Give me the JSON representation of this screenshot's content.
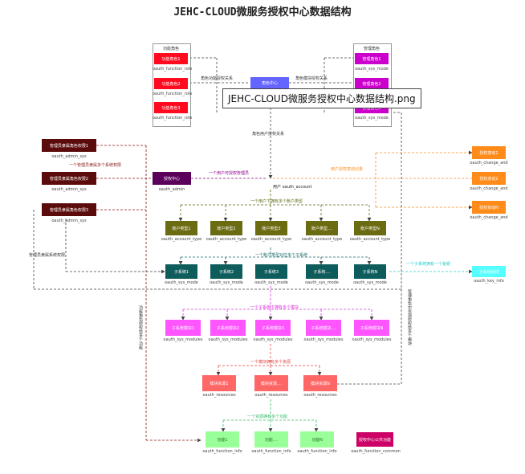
{
  "title": "JEHC-CLOUD微服务授权中心数据结构",
  "tooltip": "JEHC-CLOUD微服务授权中心数据结构.png",
  "colors": {
    "admin": "#5b0b0b",
    "role": "#ff0a1e",
    "module": "#cc00cc",
    "hub": "#6464ff",
    "account": "#5a005a",
    "type": "#6b6b12",
    "sysmode": "#0f5c5c",
    "modules": "#ff55ff",
    "resource": "#ff6666",
    "func": "#99ff99",
    "change": "#ff8c1a",
    "key": "#55ffff",
    "funcCommon": "#cc0066"
  },
  "panels": {
    "role": {
      "title": "功能角色",
      "items": [
        {
          "label": "功能角色1",
          "caption": "oauth_function_role"
        },
        {
          "label": "功能角色2",
          "caption": "oauth_function_role"
        },
        {
          "label": "功能角色3",
          "caption": "oauth_function_role"
        }
      ]
    },
    "module": {
      "title": "管理角色",
      "items": [
        {
          "label": "管理角色1",
          "caption": "oauth_sys_mode"
        },
        {
          "label": "管理角色2",
          "caption": "oauth_sys_mode"
        },
        {
          "label": "管理角色3",
          "caption": "oauth_sys_mode"
        }
      ]
    }
  },
  "hub": {
    "label": "角色中心"
  },
  "admins": [
    {
      "label": "管理员隶属角色权限1",
      "caption": "oauth_admin_sys"
    },
    {
      "label": "管理员隶属角色权限2",
      "caption": "oauth_admin_sys"
    },
    {
      "label": "管理员隶属角色权限3",
      "caption": "oauth_admin_sys"
    }
  ],
  "account": {
    "label": "授权中心",
    "caption": "oauth_admin"
  },
  "account_center": {
    "label": "用户 oauth_account"
  },
  "account_types": [
    {
      "label": "账户类型1",
      "caption": "oauth_account_type"
    },
    {
      "label": "账户类型2",
      "caption": "oauth_account_type"
    },
    {
      "label": "账户类型3",
      "caption": "oauth_account_type"
    },
    {
      "label": "账户类型....",
      "caption": "oauth_account_type"
    },
    {
      "label": "账户类型N",
      "caption": "oauth_account_type"
    }
  ],
  "sys_modes": [
    {
      "label": "子系统1",
      "caption": "oauth_sys_mode"
    },
    {
      "label": "子系统2",
      "caption": "oauth_sys_mode"
    },
    {
      "label": "子系统3",
      "caption": "oauth_sys_mode"
    },
    {
      "label": "子系统....",
      "caption": "oauth_sys_mode"
    },
    {
      "label": "子系统N",
      "caption": "oauth_sys_mode"
    }
  ],
  "modules": [
    {
      "label": "子系统模块1",
      "caption": "oauth_sys_modules"
    },
    {
      "label": "子系统模块2",
      "caption": "oauth_sys_modules"
    },
    {
      "label": "子系统模块3",
      "caption": "oauth_sys_modules"
    },
    {
      "label": "子系统模块....",
      "caption": "oauth_sys_modules"
    },
    {
      "label": "子系统模块N",
      "caption": "oauth_sys_modules"
    }
  ],
  "resources": [
    {
      "label": "模块资源1",
      "caption": "oauth_resources"
    },
    {
      "label": "模块资源....",
      "caption": "oauth_resources"
    },
    {
      "label": "模块资源N",
      "caption": "oauth_resources"
    }
  ],
  "functions": [
    {
      "label": "功能1",
      "caption": "oauth_function_info"
    },
    {
      "label": "功能....",
      "caption": "oauth_function_info"
    },
    {
      "label": "功能N",
      "caption": "oauth_function_info"
    }
  ],
  "func_common": {
    "label": "授权中心公共功能",
    "caption": "oauth_function_common"
  },
  "changes": [
    {
      "label": "授权变动1",
      "caption": "oauth_change_and"
    },
    {
      "label": "授权变动2",
      "caption": "oauth_change_and"
    },
    {
      "label": "授权变动N",
      "caption": "oauth_change_and"
    }
  ],
  "key_info": {
    "label": "子系统秘钥",
    "caption": "oauth_key_info"
  },
  "edge_labels": {
    "role_to_hub": "角色功能授权关系",
    "module_to_hub": "角色模块授权关系",
    "hub_to_account": "角色用户授权关系",
    "admin_to_account": "一个管理员隶属多个系统权限",
    "account_link": "一个用户可授权管理员",
    "change_link": "用户授权变动记录",
    "account_to_type": "一个用户下拥有多个账户类型",
    "type_to_sys": "一个账户类型对应多个子系统",
    "sys_to_key": "一个子系统拥有一个秘钥",
    "sys_to_modules": "一个子系统下拥有多个模块",
    "modules_to_res": "一个模块拥有多个资源",
    "res_to_func": "一个资源拥有多个功能",
    "left_vertical": "管理员隶属系统权限",
    "mid_vertical": "功能角色授权给多个功能",
    "right_vertical": "管理角色中资源授权给多个模块"
  }
}
